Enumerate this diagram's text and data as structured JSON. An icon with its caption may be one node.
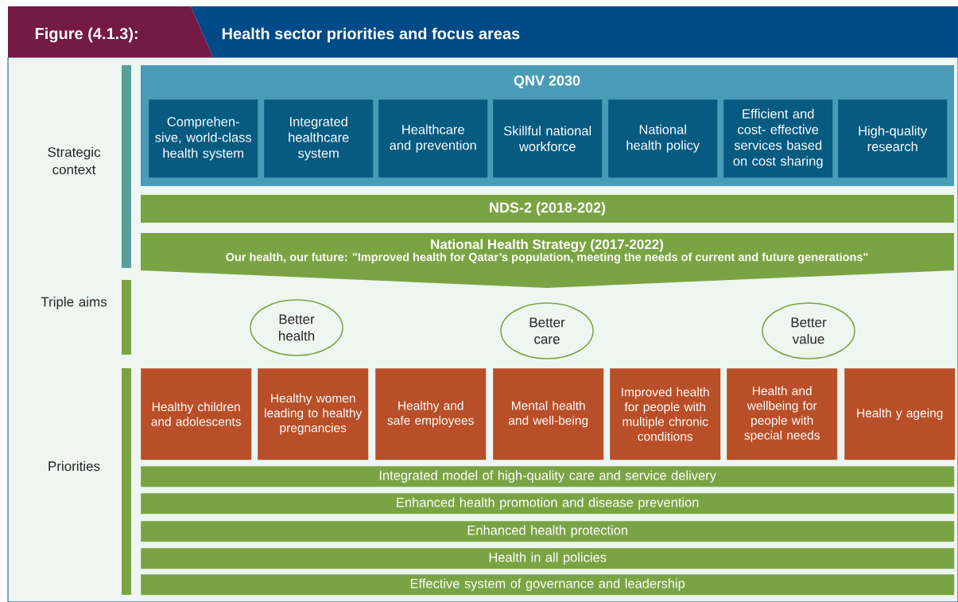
{
  "diagram": {
    "title": "Health sector priorities and focus areas",
    "nodes": [
      {
        "text": [
          "QNV 2030"
        ]
      },
      {
        "text": [
          "Comprehen- sive, world-class health system"
        ],
        "in": 0
      },
      {
        "text": [
          "Integrated healthcare system"
        ],
        "in": 0
      },
      {
        "text": [
          "Healthcare and prevention"
        ],
        "in": 0
      },
      {
        "text": [
          "Skillful national workforce"
        ],
        "in": 0
      },
      {
        "text": [
          "National health policy"
        ],
        "in": 0
      },
      {
        "text": [
          "Efficient and cost- effective services based on cost sharing"
        ],
        "in": 0
      },
      {
        "text": [
          "High-quality research"
        ],
        "in": 0
      },
      {
        "text": [
          "NDS-2 (2018-202)"
        ]
      },
      {
        "text": [
          "National Health Strategy (2017-2022)",
          "Our health, our future: \"Improved health for Qatar’s population, meeting the needs of current and future generations\""
        ]
      },
      {
        "text": [
          "Better health"
        ]
      },
      {
        "text": [
          "Better care"
        ]
      },
      {
        "text": [
          "Better value"
        ]
      },
      {
        "text": [
          "Healthy children and adolescents"
        ]
      },
      {
        "text": [
          "Healthy women leading to healthy pregnancies"
        ]
      },
      {
        "text": [
          "Healthy and safe employees"
        ]
      },
      {
        "text": [
          "Mental health and well-being"
        ]
      },
      {
        "text": [
          "Improved health for people with multiple chronic conditions"
        ]
      },
      {
        "text": [
          "Health and wellbeing for people with special needs"
        ]
      },
      {
        "text": [
          "Health y ageing"
        ]
      },
      {
        "text": [
          "Integrated model of high-quality care and service delivery"
        ]
      },
      {
        "text": [
          "Enhanced health promotion and disease prevention"
        ]
      },
      {
        "text": [
          "Enhanced health protection"
        ]
      },
      {
        "text": [
          "Health in all policies"
        ]
      },
      {
        "text": [
          "Effective system of governance and leadership"
        ]
      }
    ],
    "edges": [],
    "labels": [
      "Figure (4.1.3):",
      "Strategic context",
      "Triple aims",
      "Priorities"
    ]
  }
}
